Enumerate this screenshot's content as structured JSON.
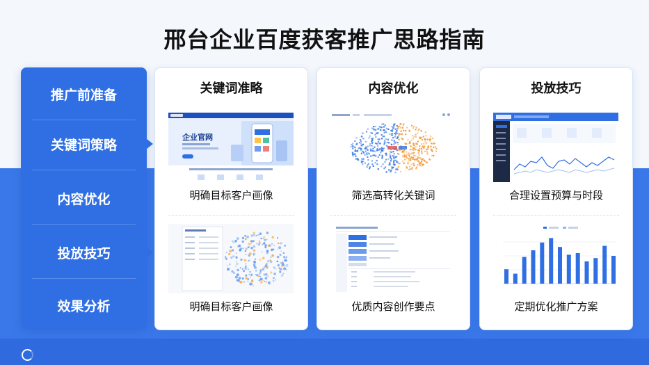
{
  "page": {
    "title": "邢台企业百度获客推广思路指南"
  },
  "sidebar": {
    "items": [
      {
        "label": "推广前准备",
        "arrow": false
      },
      {
        "label": "关键词策略",
        "arrow": true
      },
      {
        "label": "内容优化",
        "arrow": false
      },
      {
        "label": "投放技巧",
        "arrow": true
      },
      {
        "label": "效果分析",
        "arrow": false
      }
    ]
  },
  "cards": [
    {
      "title": "关键词准略",
      "caption_top": "明确目标客户画像",
      "caption_bottom": "明确目标客户画像",
      "thumb_top": "website-screenshot",
      "thumb_bottom": "network-map-screenshot"
    },
    {
      "title": "内容优化",
      "caption_top": "筛选高转化关键词",
      "caption_bottom": "优质内容创作要点",
      "thumb_top": "keyword-cloud-screenshot",
      "thumb_bottom": "content-list-screenshot"
    },
    {
      "title": "投放技巧",
      "caption_top": "合理设置预算与时段",
      "caption_bottom": "定期优化推广方案",
      "thumb_top": "dashboard-line-chart-screenshot",
      "thumb_bottom": "bar-chart-screenshot"
    }
  ],
  "thumbs": {
    "website": {
      "brand": "企业官网"
    },
    "bar_values": [
      26,
      18,
      48,
      60,
      74,
      82,
      66,
      52,
      55,
      40,
      46,
      68,
      50
    ]
  },
  "colors": {
    "accent": "#2f6fe3",
    "background_blue": "#3a78ea",
    "cluster_blue": "#3b7be6",
    "cluster_orange": "#f29a38"
  }
}
